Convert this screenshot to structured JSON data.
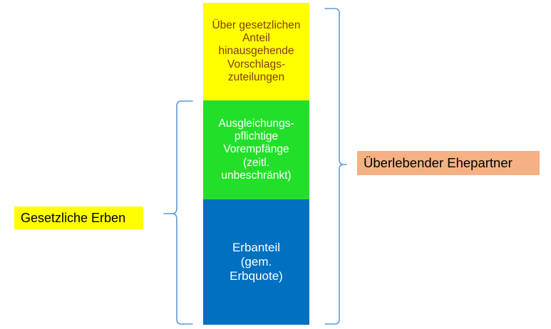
{
  "diagram": {
    "title_blocks": [
      {
        "id": "vorschlagszuteilungen",
        "text": "Über gesetzlichen\nAnteil\nhinausgehende\nVorschlags-\nzuteilungen",
        "fill": "#FFFF00",
        "text_color": "#843C0C"
      },
      {
        "id": "vorempfaenge",
        "text": "Ausgleichungs-\npflichtige\nVorempfänge\n(zeitl.\nunbeschränkt)",
        "fill": "#22E02A",
        "text_color": "#FFFFFF"
      },
      {
        "id": "erbanteil",
        "text": "Erbanteil\n(gem.\nErbquote)",
        "fill": "#0070C0",
        "text_color": "#FFFFFF"
      }
    ],
    "labels": {
      "left": {
        "text": "Gesetzliche Erben",
        "fill": "#FFFF00",
        "text_color": "#000000"
      },
      "right": {
        "text": "Überlebender Ehepartner",
        "fill": "#F4B183",
        "text_color": "#000000"
      }
    },
    "brackets": {
      "color": "#5B9BD5",
      "left": {
        "name": "left-curly-bracket",
        "spans_blocks": [
          "vorempfaenge",
          "erbanteil"
        ]
      },
      "right": {
        "name": "right-curly-bracket",
        "spans_blocks": [
          "vorschlagszuteilungen",
          "vorempfaenge",
          "erbanteil"
        ]
      }
    }
  }
}
